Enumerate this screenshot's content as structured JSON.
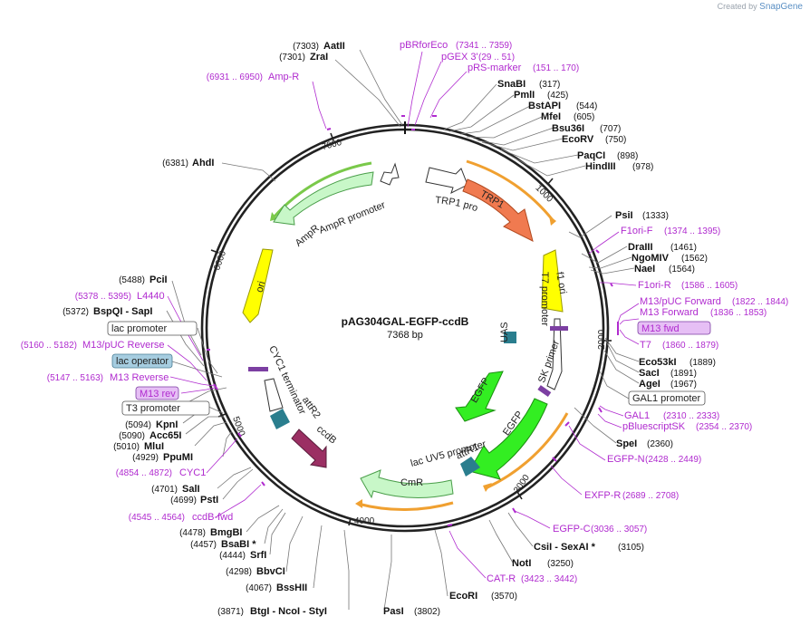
{
  "watermark": {
    "created_by": "Created by",
    "brand": "SnapGene"
  },
  "plasmid": {
    "name": "pAG304GAL-EGFP-ccdB",
    "length": "7368 bp"
  },
  "ticks": [
    "1000",
    "2000",
    "3000",
    "4000",
    "5000",
    "6000",
    "7000"
  ],
  "enzymes": [
    {
      "name": "AatII",
      "pos": "(7303)"
    },
    {
      "name": "ZraI",
      "pos": "(7301)"
    },
    {
      "name": "AhdI",
      "pos": "(6381)"
    },
    {
      "name": "SnaBI",
      "pos": "(317)"
    },
    {
      "name": "PmlI",
      "pos": "(425)"
    },
    {
      "name": "BstAPI",
      "pos": "(544)"
    },
    {
      "name": "MfeI",
      "pos": "(605)"
    },
    {
      "name": "Bsu36I",
      "pos": "(707)"
    },
    {
      "name": "EcoRV",
      "pos": "(750)"
    },
    {
      "name": "PaqCI",
      "pos": "(898)"
    },
    {
      "name": "HindIII",
      "pos": "(978)"
    },
    {
      "name": "PsiI",
      "pos": "(1333)"
    },
    {
      "name": "DraIII",
      "pos": "(1461)"
    },
    {
      "name": "NgoMIV",
      "pos": "(1562)"
    },
    {
      "name": "NaeI",
      "pos": "(1564)"
    },
    {
      "name": "Eco53kI",
      "pos": "(1889)"
    },
    {
      "name": "SacI",
      "pos": "(1891)"
    },
    {
      "name": "AgeI",
      "pos": "(1967)"
    },
    {
      "name": "SpeI",
      "pos": "(2360)"
    },
    {
      "name": "CsiI - SexAI *",
      "pos": "(3105)"
    },
    {
      "name": "NotI",
      "pos": "(3250)"
    },
    {
      "name": "EcoRI",
      "pos": "(3570)"
    },
    {
      "name": "PasI",
      "pos": "(3802)"
    },
    {
      "name": "BtgI - NcoI - StyI",
      "pos": "(3871)"
    },
    {
      "name": "BssHII",
      "pos": "(4067)"
    },
    {
      "name": "BbvCI",
      "pos": "(4298)"
    },
    {
      "name": "SrfI",
      "pos": "(4444)"
    },
    {
      "name": "BsaBI *",
      "pos": "(4457)"
    },
    {
      "name": "BmgBI",
      "pos": "(4478)"
    },
    {
      "name": "PstI",
      "pos": "(4699)"
    },
    {
      "name": "SalI",
      "pos": "(4701)"
    },
    {
      "name": "PpuMI",
      "pos": "(4929)"
    },
    {
      "name": "MluI",
      "pos": "(5010)"
    },
    {
      "name": "Acc65I",
      "pos": "(5090)"
    },
    {
      "name": "KpnI",
      "pos": "(5094)"
    },
    {
      "name": "BspQI - SapI",
      "pos": "(5372)"
    },
    {
      "name": "PciI",
      "pos": "(5488)"
    }
  ],
  "primers": [
    {
      "name": "pBRforEco",
      "range": "(7341 .. 7359)"
    },
    {
      "name": "pGEX 3'",
      "range": "(29 .. 51)"
    },
    {
      "name": "pRS-marker",
      "range": "(151 .. 170)"
    },
    {
      "name": "Amp-R",
      "range": "(6931 .. 6950)"
    },
    {
      "name": "F1ori-F",
      "range": "(1374 .. 1395)"
    },
    {
      "name": "F1ori-R",
      "range": "(1586 .. 1605)"
    },
    {
      "name": "M13/pUC Forward",
      "range": "(1822 .. 1844)"
    },
    {
      "name": "M13 Forward",
      "range": "(1836 .. 1853)"
    },
    {
      "name": "M13 fwd",
      "range": ""
    },
    {
      "name": "T7",
      "range": "(1860 .. 1879)"
    },
    {
      "name": "GAL1",
      "range": "(2310 .. 2333)"
    },
    {
      "name": "pBluescriptSK",
      "range": "(2354 .. 2370)"
    },
    {
      "name": "EGFP-N",
      "range": "(2428 .. 2449)"
    },
    {
      "name": "EXFP-R",
      "range": "(2689 .. 2708)"
    },
    {
      "name": "EGFP-C",
      "range": "(3036 .. 3057)"
    },
    {
      "name": "CAT-R",
      "range": "(3423 .. 3442)"
    },
    {
      "name": "ccdB-fwd",
      "range": "(4545 .. 4564)"
    },
    {
      "name": "CYC1",
      "range": "(4854 .. 4872)"
    },
    {
      "name": "M13 rev",
      "range": ""
    },
    {
      "name": "M13 Reverse",
      "range": "(5147 .. 5163)"
    },
    {
      "name": "M13/pUC Reverse",
      "range": "(5160 .. 5182)"
    },
    {
      "name": "L4440",
      "range": "(5378 .. 5395)"
    }
  ],
  "boxed_features": [
    {
      "name": "lac promoter"
    },
    {
      "name": "lac operator"
    },
    {
      "name": "T3 promoter"
    },
    {
      "name": "GAL1 promoter"
    }
  ],
  "features": {
    "trp1_promoter": "TRP1 promoter",
    "trp1": "TRP1",
    "f1_ori": "f1 ori",
    "t7_promoter": "T7 promoter",
    "uas": "UAS",
    "sk_primer": "SK primer",
    "egfp_inner": "EGFP",
    "egfp_outer": "EGFP",
    "lac_uv5": "lac UV5 promoter",
    "attr1": "attR1",
    "cmr": "CmR",
    "ccdb": "ccdB",
    "attr2": "attR2",
    "cyc1_term": "CYC1 terminator",
    "ori": "ori",
    "ampr": "AmpR",
    "ampr_promoter": "AmpR promoter"
  },
  "colors": {
    "backbone": "#222222",
    "enzyme_text": "#111111",
    "primer": "#b02bcf",
    "trp1": "#f07a50",
    "ori_yellow": "#ffff00",
    "egfp_green": "#33ee22",
    "ampr_light_green": "#c8f7c8",
    "ccdb": "#9b2f63",
    "att_site": "#2a7e8e",
    "orf_orange": "#f0a030",
    "lac_operator_fill": "#a6cde0",
    "m13_fill": "#e6bff5"
  }
}
